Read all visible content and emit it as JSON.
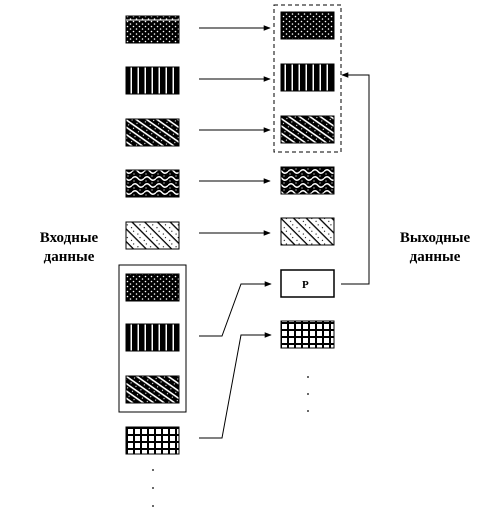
{
  "labels": {
    "input_line1": "Входные",
    "input_line2": "данные",
    "output_line1": "Выходные",
    "output_line2": "данные",
    "result_block": "P"
  },
  "colors": {
    "ink": "#000000",
    "paper": "#ffffff"
  },
  "input_blocks": [
    {
      "id": "in-1",
      "pattern": "dots-black"
    },
    {
      "id": "in-2",
      "pattern": "vertical-stripes"
    },
    {
      "id": "in-3",
      "pattern": "diagonal-hatch"
    },
    {
      "id": "in-4",
      "pattern": "wavy"
    },
    {
      "id": "in-5",
      "pattern": "diagonal-light"
    },
    {
      "id": "in-6",
      "pattern": "dots-black"
    },
    {
      "id": "in-7",
      "pattern": "vertical-stripes"
    },
    {
      "id": "in-8",
      "pattern": "diagonal-hatch"
    },
    {
      "id": "in-9",
      "pattern": "grid"
    }
  ],
  "output_blocks": [
    {
      "id": "out-1",
      "pattern": "dots-black"
    },
    {
      "id": "out-2",
      "pattern": "vertical-stripes"
    },
    {
      "id": "out-3",
      "pattern": "diagonal-hatch"
    },
    {
      "id": "out-4",
      "pattern": "wavy"
    },
    {
      "id": "out-5",
      "pattern": "diagonal-light"
    },
    {
      "id": "out-6",
      "pattern": "result"
    },
    {
      "id": "out-7",
      "pattern": "grid"
    }
  ]
}
